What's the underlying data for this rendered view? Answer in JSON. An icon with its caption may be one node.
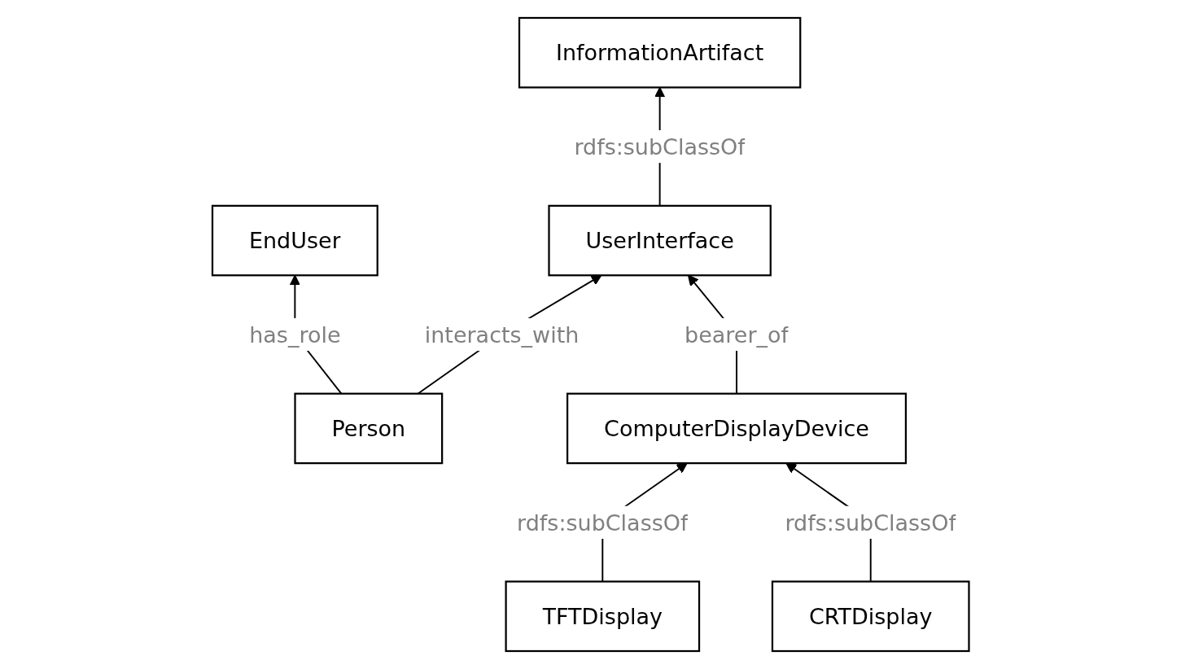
{
  "diagram": {
    "nodes": [
      {
        "text": [
          "EndUser"
        ]
      },
      {
        "text": [
          "InformationArtifact"
        ]
      },
      {
        "text": [
          "Person"
        ]
      },
      {
        "text": [
          "UserInterface"
        ]
      },
      {
        "text": [
          "ComputerDisplayDevice"
        ]
      },
      {
        "text": [
          "TFTDisplay"
        ]
      },
      {
        "text": [
          "CRTDisplay"
        ]
      }
    ],
    "edges": [
      {
        "from": 2,
        "to": 0,
        "label": "has_role",
        "arrow": "to"
      },
      {
        "from": 3,
        "to": 1,
        "label": "rdfs:subClassOf",
        "arrow": "to"
      },
      {
        "from": 2,
        "to": 3,
        "label": "interacts_with",
        "arrow": "to"
      },
      {
        "from": 4,
        "to": 3,
        "label": "bearer_of",
        "arrow": "to"
      },
      {
        "from": 5,
        "to": 4,
        "label": "rdfs:subClassOf",
        "arrow": "to"
      },
      {
        "from": 6,
        "to": 4,
        "label": "rdfs:subClassOf",
        "arrow": "to"
      }
    ]
  }
}
